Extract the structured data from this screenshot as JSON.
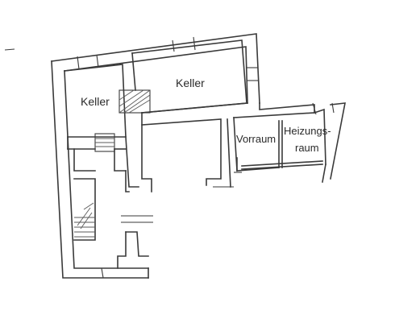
{
  "rooms": [
    {
      "id": "keller-left",
      "label": "Keller"
    },
    {
      "id": "keller-top",
      "label": "Keller"
    },
    {
      "id": "vorraum",
      "label": "Vorraum"
    },
    {
      "id": "heizungsraum",
      "label_line1": "Heizungs-",
      "label_line2": "raum"
    }
  ],
  "colors": {
    "wall": "#3a3a3a",
    "background": "#ffffff"
  }
}
